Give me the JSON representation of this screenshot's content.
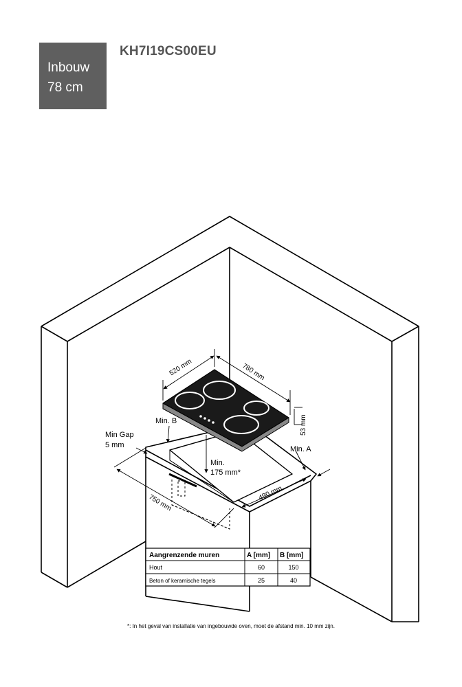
{
  "badge": {
    "line1": "Inbouw",
    "line2": "78 cm"
  },
  "model": "KH7I19CS00EU",
  "diagram": {
    "dim_depth_hob": "520 mm",
    "dim_width_hob": "780 mm",
    "dim_height_hob": "53 mm",
    "dim_cutout_width": "750 mm",
    "dim_cutout_depth": "490 mm",
    "label_min_b": "Min. B",
    "label_min_a": "Min. A",
    "label_min_gap_1": "Min Gap",
    "label_min_gap_2": "5 mm",
    "label_min_175_1": "Min.",
    "label_min_175_2": "175 mm*"
  },
  "table": {
    "headers": [
      "Aangrenzende muren",
      "A [mm]",
      "B [mm]"
    ],
    "rows": [
      [
        "Hout",
        "60",
        "150"
      ],
      [
        "Beton of keramische tegels",
        "25",
        "40"
      ]
    ]
  },
  "footnote": "*: In het geval van installatie van ingebouwde oven, moet de afstand min. 10 mm zijn."
}
